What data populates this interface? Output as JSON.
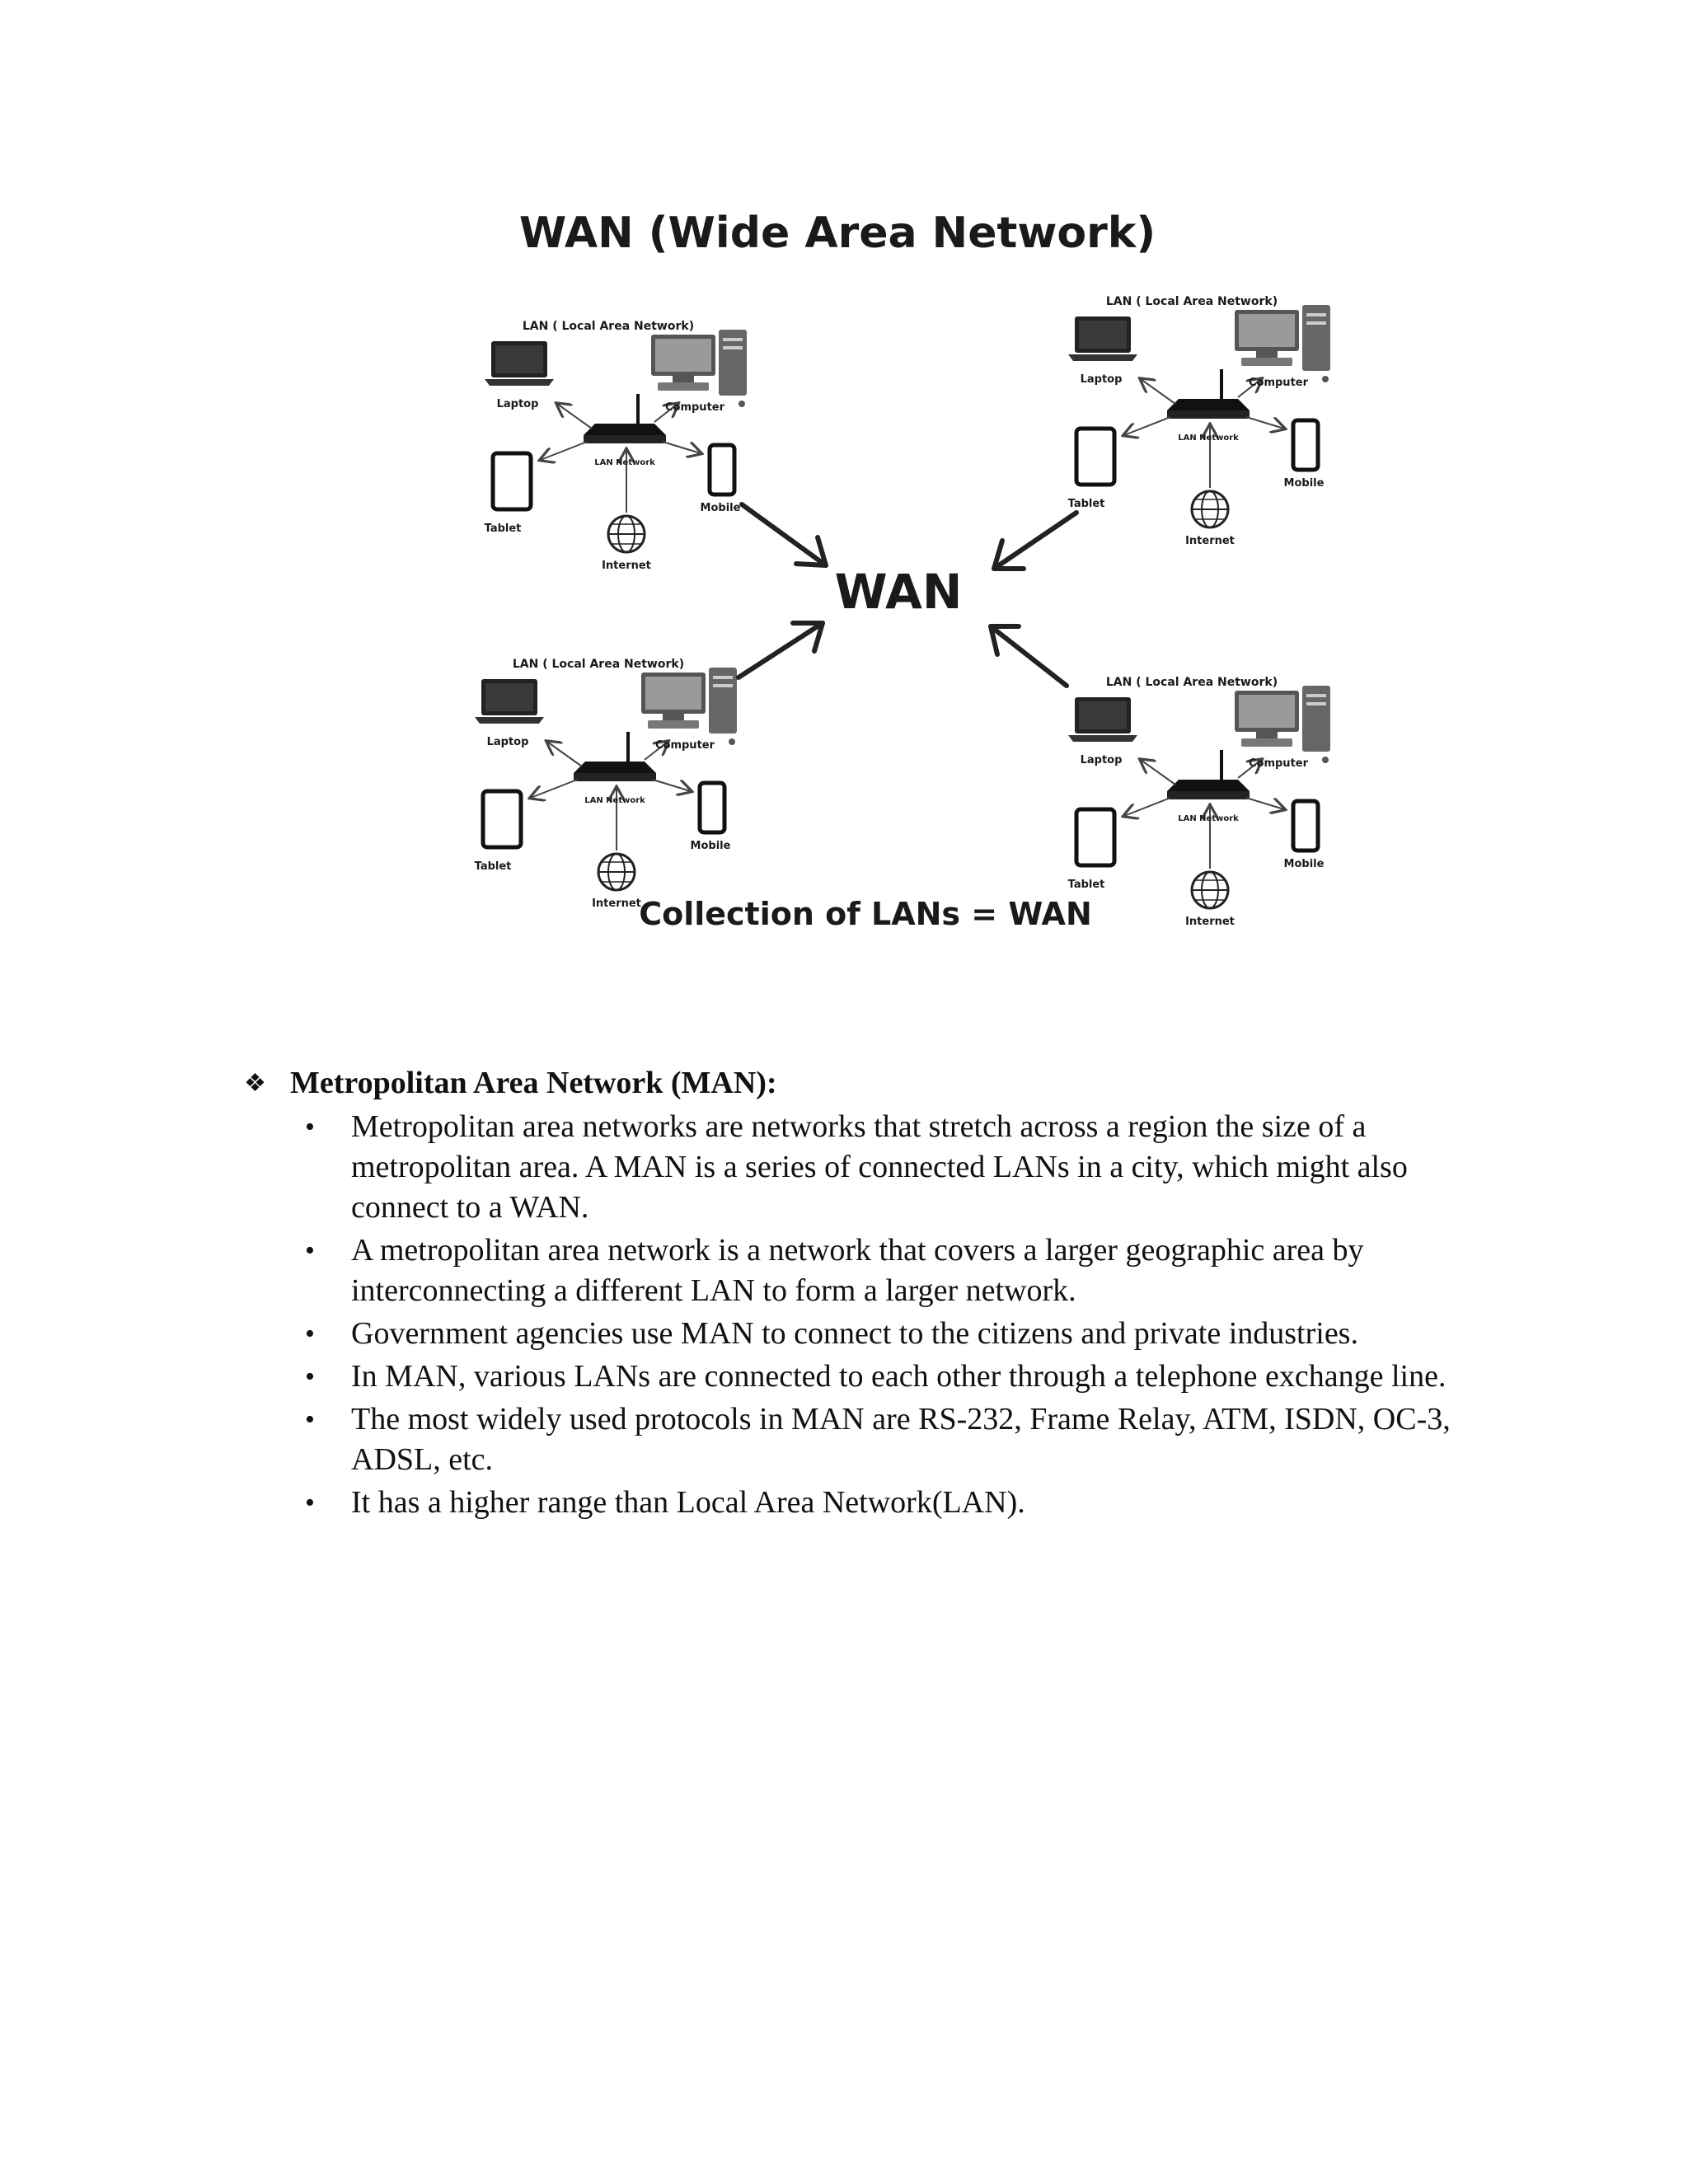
{
  "figure": {
    "title": "WAN (Wide Area Network)",
    "center_label": "WAN",
    "caption": "Collection of LANs = WAN",
    "lan_title": "LAN ( Local Area Network)",
    "router_label": "LAN Network",
    "device_labels": {
      "laptop": "Laptop",
      "computer": "Computer",
      "tablet": "Tablet",
      "mobile": "Mobile",
      "internet": "Internet"
    }
  },
  "man": {
    "heading": "Metropolitan Area Network (MAN):",
    "bullets": [
      "Metropolitan area networks are networks that stretch across a region the size of a metropolitan area. A MAN is a series of connected LANs in a city, which might also connect to a WAN.",
      "A metropolitan area network is a network that covers a larger geographic area by interconnecting a different LAN to form a larger network.",
      "Government agencies use MAN to connect to the citizens and private industries.",
      "In MAN, various LANs are connected to each other through a telephone exchange line.",
      "The most widely used protocols in MAN are RS-232, Frame Relay, ATM, ISDN, OC-3, ADSL, etc.",
      "It has a higher range than Local Area Network(LAN)."
    ]
  }
}
